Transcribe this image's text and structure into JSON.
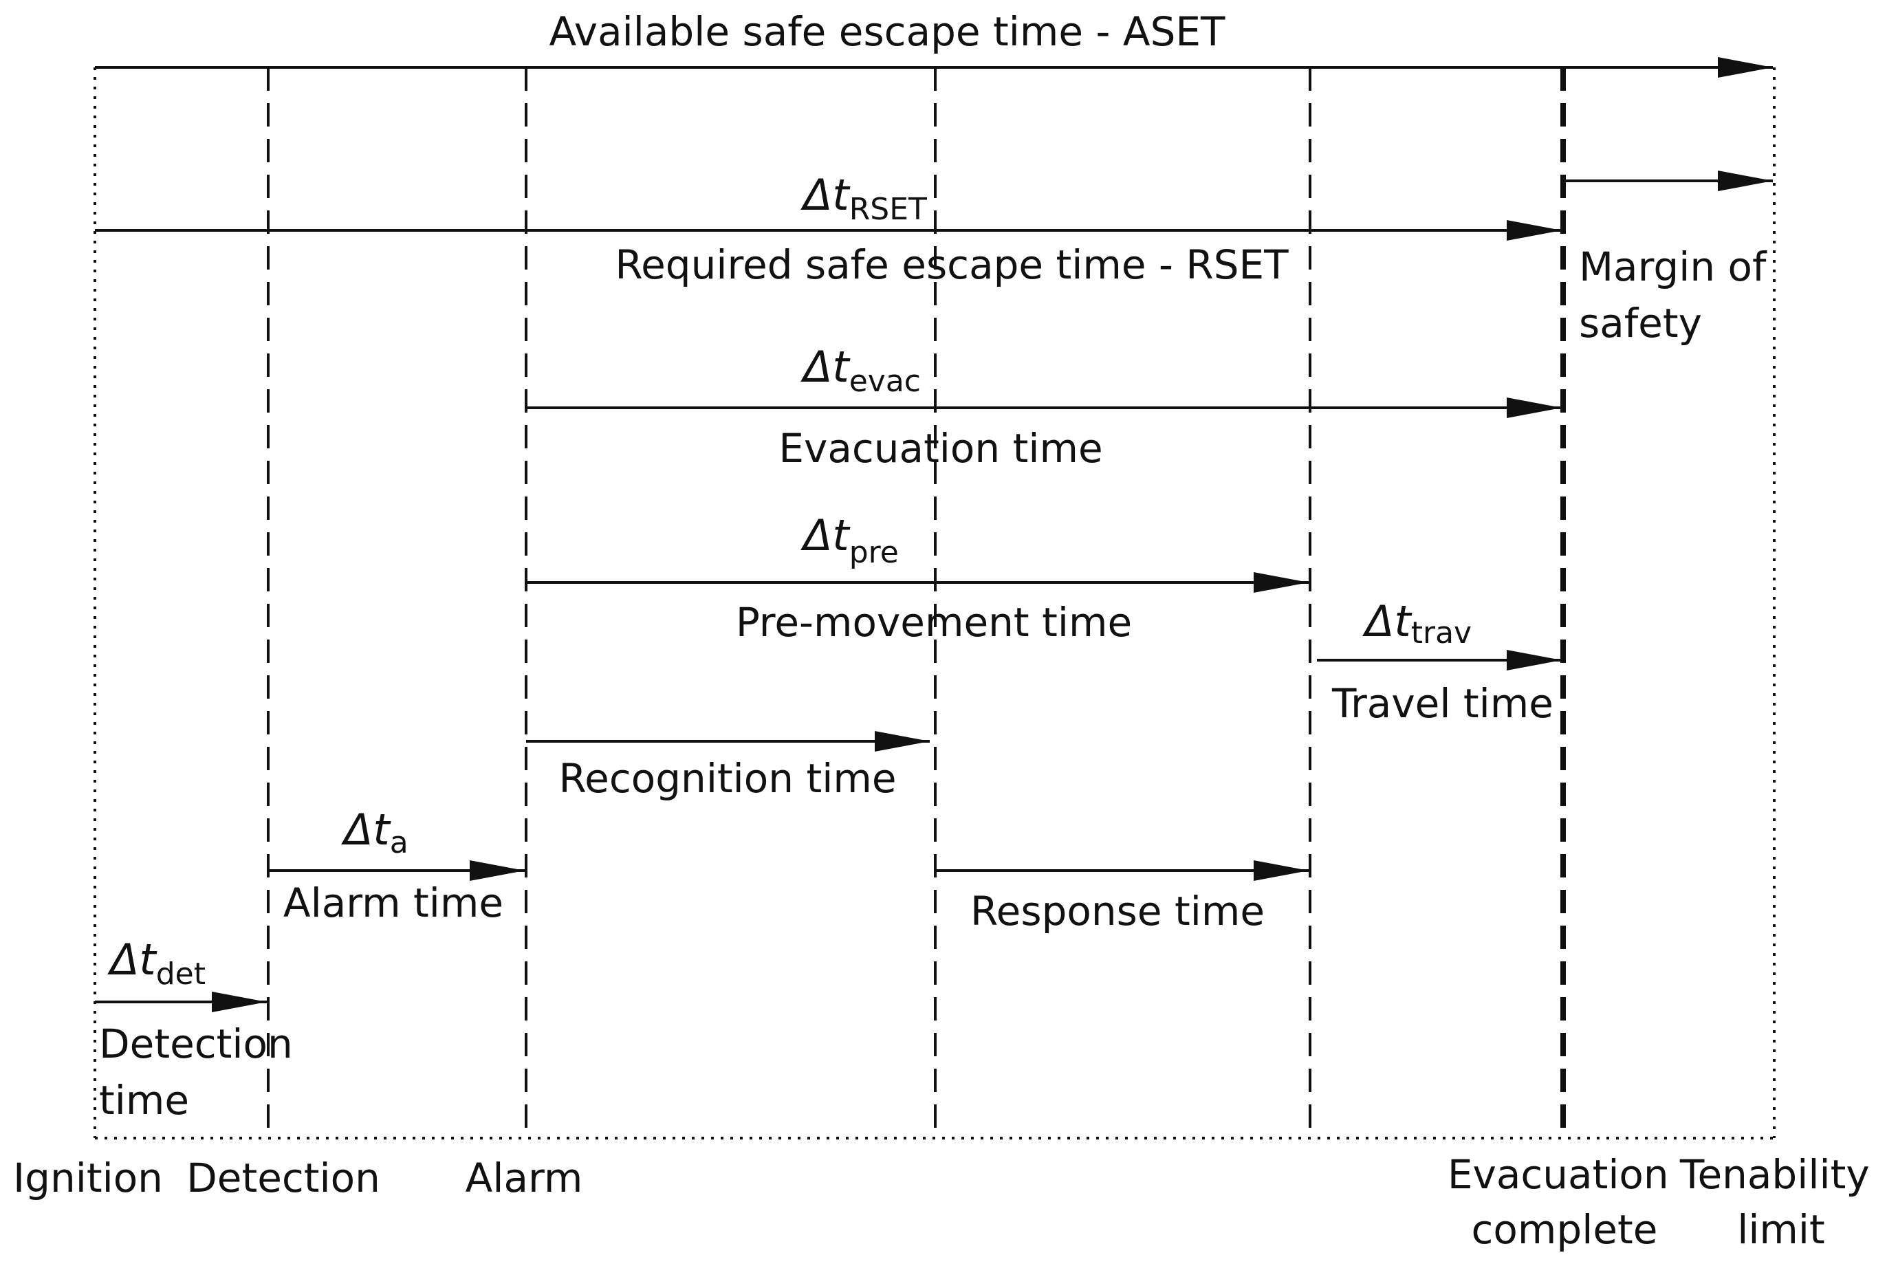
{
  "timeline": {
    "markers": [
      {
        "key": "ignition",
        "lines": [
          "Ignition"
        ]
      },
      {
        "key": "detection",
        "lines": [
          "Detection"
        ]
      },
      {
        "key": "alarm",
        "lines": [
          "Alarm"
        ]
      },
      {
        "key": "evacuation-complete",
        "lines": [
          "Evacuation",
          "complete"
        ]
      },
      {
        "key": "tenability-limit",
        "lines": [
          "Tenability",
          "limit"
        ]
      }
    ]
  },
  "periods": {
    "aset": {
      "label": "Available safe escape time - ASET"
    },
    "rset": {
      "symbol": "Δt",
      "subscript": "RSET",
      "label": "Required safe escape time - RSET"
    },
    "margin": {
      "lines": [
        "Margin of",
        "safety"
      ]
    },
    "evac": {
      "symbol": "Δt",
      "subscript": "evac",
      "label": "Evacuation time"
    },
    "pre": {
      "symbol": "Δt",
      "subscript": "pre",
      "label": "Pre-movement time"
    },
    "trav": {
      "symbol": "Δt",
      "subscript": "trav",
      "label": "Travel time"
    },
    "recognition": {
      "label": "Recognition time"
    },
    "alarm": {
      "symbol": "Δt",
      "subscript": "a",
      "label": "Alarm time"
    },
    "response": {
      "label": "Response time"
    },
    "det": {
      "symbol": "Δt",
      "subscript": "det",
      "lines": [
        "Detection",
        "time"
      ]
    }
  },
  "colors": {
    "line": "#111111",
    "background": "#ffffff"
  }
}
